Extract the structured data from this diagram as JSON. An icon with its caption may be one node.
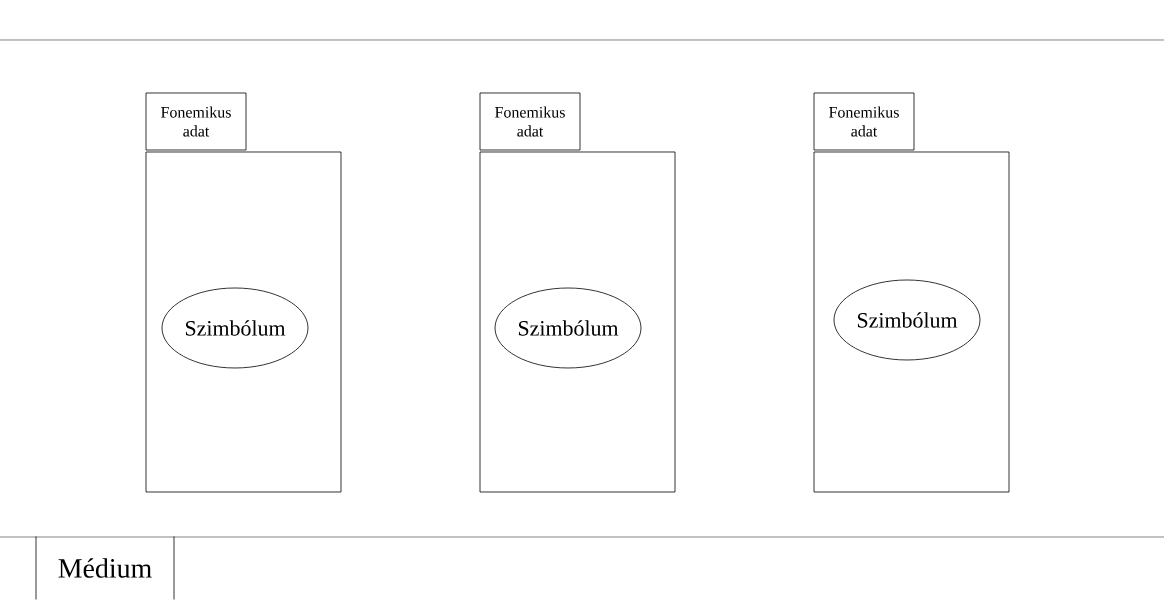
{
  "diagram": {
    "nodes": [
      {
        "text": [
          "Fonemikus adat"
        ]
      },
      {
        "text": [],
        "shape": "box"
      },
      {
        "text": [
          "Szimbólum"
        ],
        "in": 1
      },
      {
        "text": [
          "Fonemikus adat"
        ]
      },
      {
        "text": [],
        "shape": "box"
      },
      {
        "text": [
          "Szimbólum"
        ],
        "in": 4
      },
      {
        "text": [
          "Fonemikus adat"
        ]
      },
      {
        "text": [],
        "shape": "box"
      },
      {
        "text": [
          "Szimbólum"
        ],
        "in": 7
      },
      {
        "text": [
          "Médium"
        ]
      }
    ],
    "edges": []
  }
}
